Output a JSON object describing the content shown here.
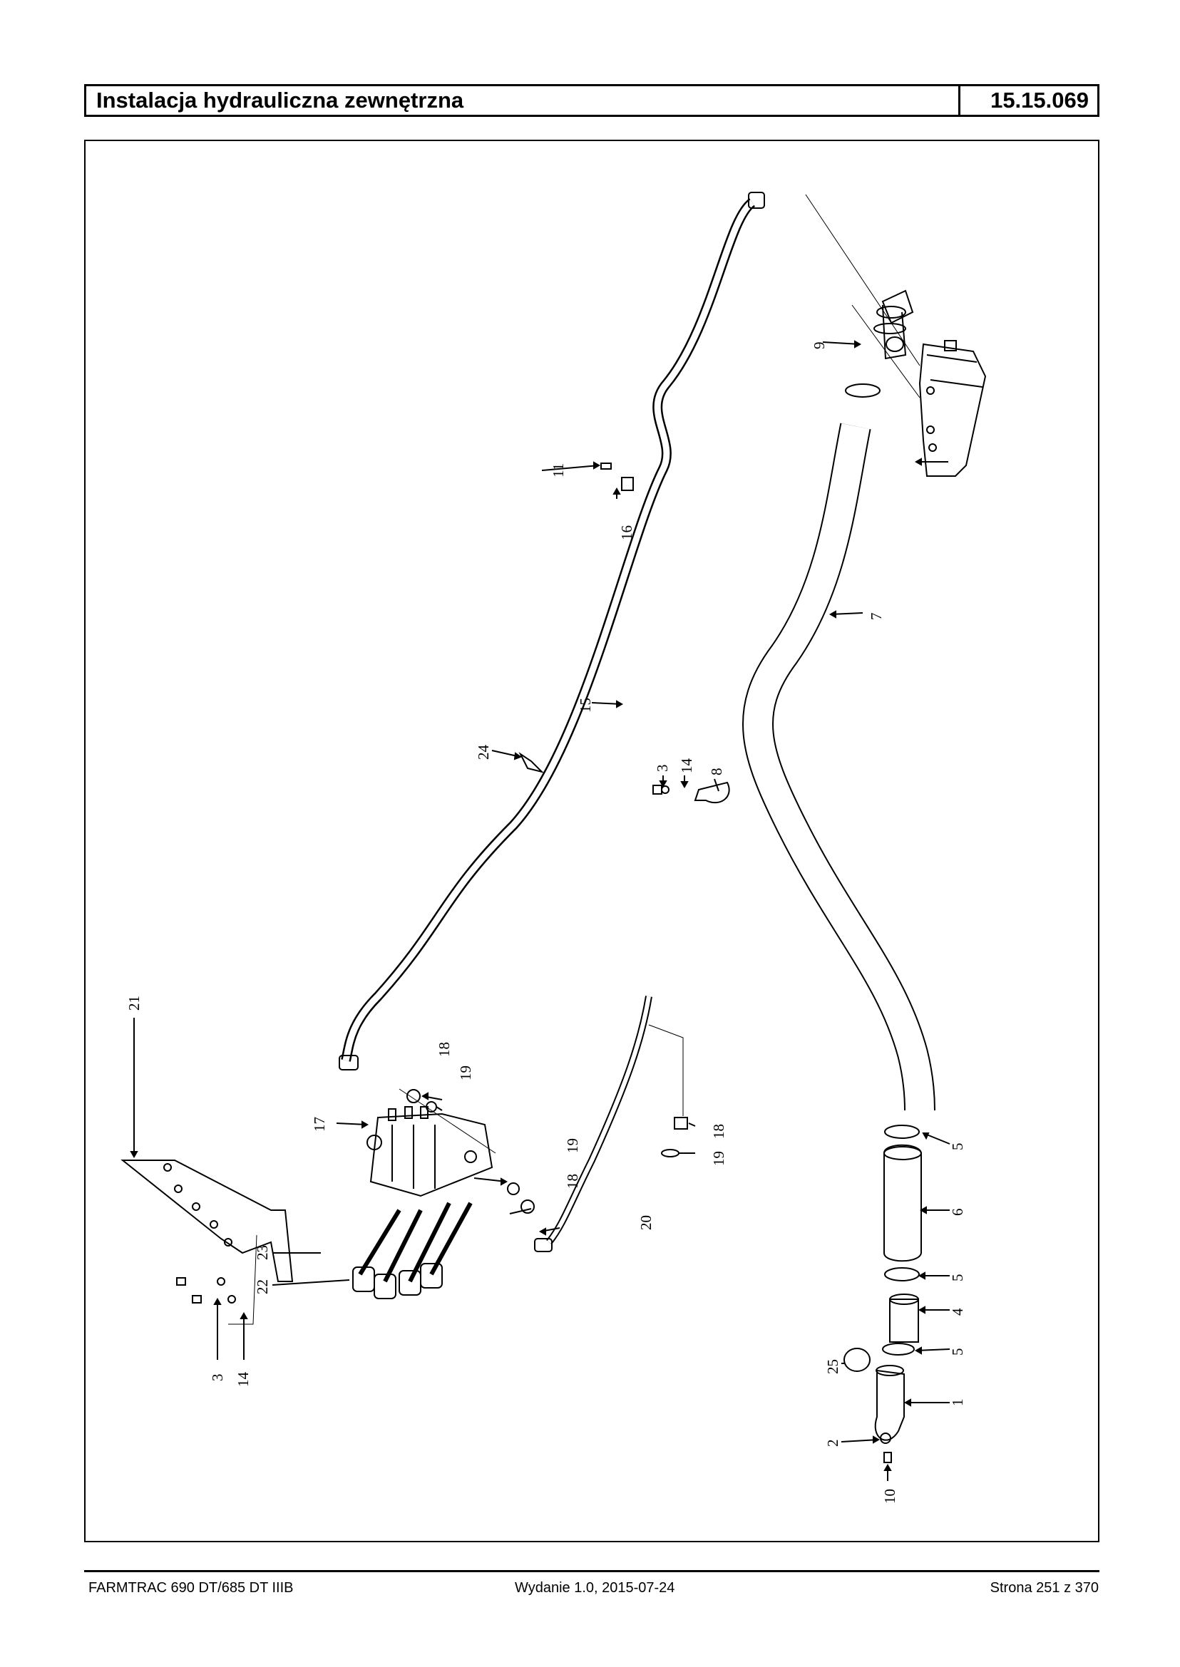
{
  "header": {
    "title": "Instalacja hydrauliczna zewnętrzna",
    "code": "15.15.069"
  },
  "diagram": {
    "callouts": [
      {
        "id": "c1",
        "label": "1"
      },
      {
        "id": "c2",
        "label": "2"
      },
      {
        "id": "c3a",
        "label": "3"
      },
      {
        "id": "c3b",
        "label": "3"
      },
      {
        "id": "c4",
        "label": "4"
      },
      {
        "id": "c5a",
        "label": "5"
      },
      {
        "id": "c5b",
        "label": "5"
      },
      {
        "id": "c5c",
        "label": "5"
      },
      {
        "id": "c6",
        "label": "6"
      },
      {
        "id": "c7",
        "label": "7"
      },
      {
        "id": "c8",
        "label": "8"
      },
      {
        "id": "c9",
        "label": "9"
      },
      {
        "id": "c10",
        "label": "10"
      },
      {
        "id": "c11",
        "label": "11"
      },
      {
        "id": "c14a",
        "label": "14"
      },
      {
        "id": "c14b",
        "label": "14"
      },
      {
        "id": "c15",
        "label": "15"
      },
      {
        "id": "c16",
        "label": "16"
      },
      {
        "id": "c17",
        "label": "17"
      },
      {
        "id": "c18a",
        "label": "18"
      },
      {
        "id": "c18b",
        "label": "18"
      },
      {
        "id": "c18c",
        "label": "18"
      },
      {
        "id": "c19a",
        "label": "19"
      },
      {
        "id": "c19b",
        "label": "19"
      },
      {
        "id": "c19c",
        "label": "19"
      },
      {
        "id": "c20",
        "label": "20"
      },
      {
        "id": "c21",
        "label": "21"
      },
      {
        "id": "c22",
        "label": "22"
      },
      {
        "id": "c23",
        "label": "23"
      },
      {
        "id": "c24",
        "label": "24"
      },
      {
        "id": "c25",
        "label": "25"
      }
    ]
  },
  "footer": {
    "model": "FARMTRAC 690 DT/685 DT IIIB",
    "edition": "Wydanie 1.0,  2015-07-24",
    "page": "Strona 251 z 370"
  }
}
